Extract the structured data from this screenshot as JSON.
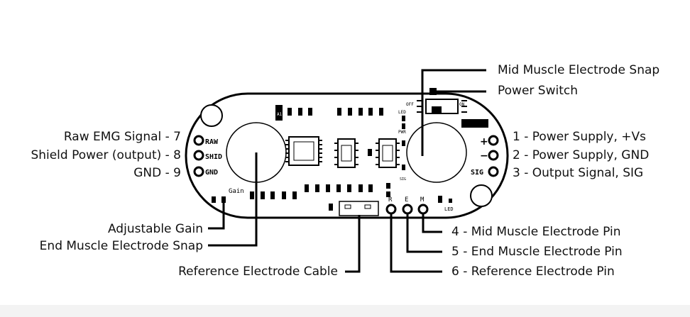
{
  "board": {
    "silkscreen": {
      "raw": "RAW",
      "shid": "SHID",
      "gnd": "GND",
      "gain": "Gain",
      "off": "OFF",
      "on": "ON",
      "led_top": "LED",
      "pwr": "PWR",
      "sig_small": "SIG",
      "plus": "+",
      "minus": "−",
      "sig": "SIG",
      "r": "R",
      "e": "E",
      "m": "M",
      "led_right": "LED",
      "a1": "A1"
    }
  },
  "labels_left": [
    {
      "id": "raw-emg",
      "text": "Raw EMG Signal - 7"
    },
    {
      "id": "shield-power",
      "text": "Shield Power (output) - 8"
    },
    {
      "id": "gnd",
      "text": "GND - 9"
    },
    {
      "id": "adjustable-gain",
      "text": "Adjustable Gain"
    },
    {
      "id": "end-snap",
      "text": "End Muscle Electrode Snap"
    }
  ],
  "labels_right": [
    {
      "id": "mid-snap",
      "text": "Mid Muscle Electrode Snap"
    },
    {
      "id": "power-switch",
      "text": "Power Switch"
    },
    {
      "id": "vs",
      "text": "1 - Power Supply, +Vs"
    },
    {
      "id": "supply-gnd",
      "text": "2 - Power Supply, GND"
    },
    {
      "id": "output-sig",
      "text": "3 - Output Signal, SIG"
    },
    {
      "id": "mid-pin",
      "text": "4 - Mid Muscle Electrode Pin"
    },
    {
      "id": "end-pin",
      "text": "5 - End Muscle Electrode Pin"
    },
    {
      "id": "ref-pin",
      "text": "6 - Reference Electrode Pin"
    }
  ],
  "labels_bottom": [
    {
      "id": "ref-cable",
      "text": "Reference Electrode Cable"
    }
  ]
}
